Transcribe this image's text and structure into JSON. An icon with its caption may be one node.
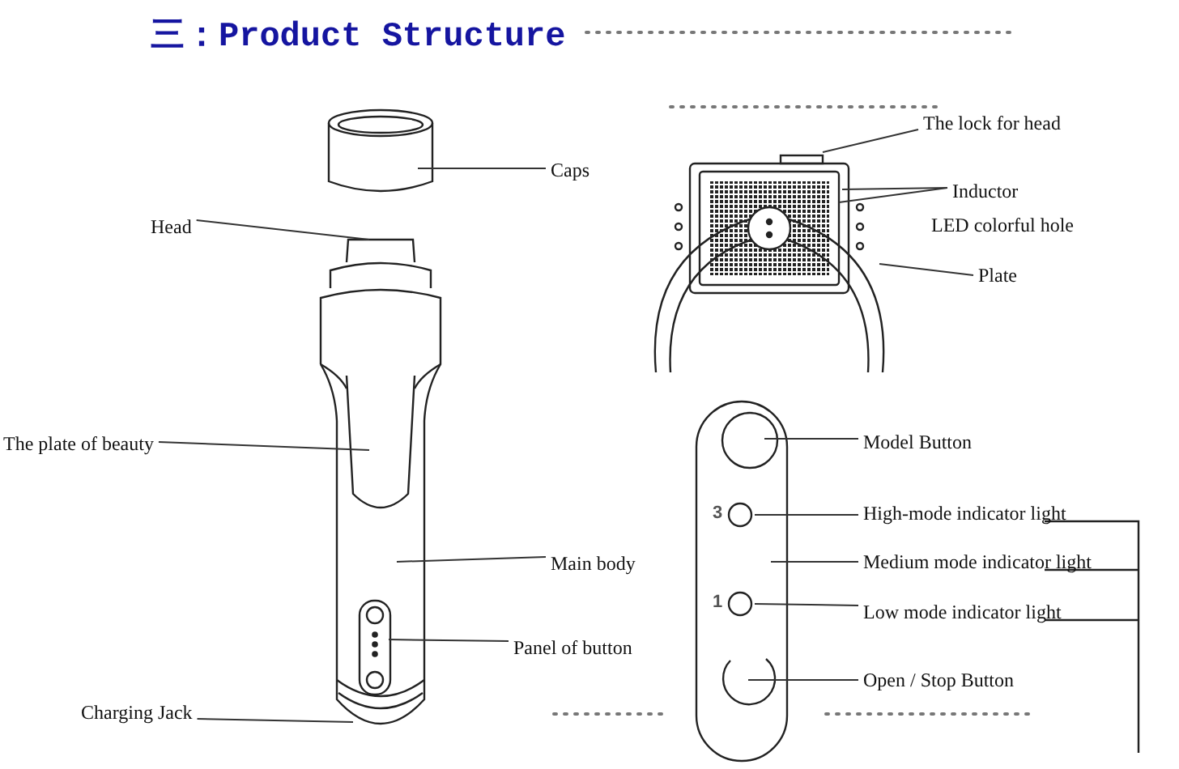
{
  "diagram": {
    "title": "三：Product Structure",
    "nodes": [
      {
        "text": [
          "Caps"
        ]
      },
      {
        "text": [
          "Head"
        ]
      },
      {
        "text": [
          "The plate of beauty"
        ]
      },
      {
        "text": [
          "Main body"
        ]
      },
      {
        "text": [
          "Panel of button"
        ]
      },
      {
        "text": [
          "Charging Jack"
        ]
      },
      {
        "text": [
          "The lock for head"
        ]
      },
      {
        "text": [
          "Inductor"
        ]
      },
      {
        "text": [
          "LED colorful hole"
        ]
      },
      {
        "text": [
          "Plate"
        ]
      },
      {
        "text": [
          "Model Button"
        ]
      },
      {
        "text": [
          "High-mode indicator light"
        ]
      },
      {
        "text": [
          "Medium mode indicator light"
        ]
      },
      {
        "text": [
          "Low mode indicator light"
        ]
      },
      {
        "text": [
          "Open / Stop Button"
        ]
      },
      {
        "text": [],
        "shape": "picture"
      },
      {
        "text": [],
        "shape": "picture"
      },
      {
        "text": [],
        "shape": "picture"
      },
      {
        "text": [],
        "shape": "picture"
      }
    ],
    "edges": [
      {
        "from": 0,
        "to": 15,
        "arrow": "none"
      },
      {
        "from": 1,
        "to": 16,
        "arrow": "none"
      },
      {
        "from": 2,
        "to": 16,
        "arrow": "none"
      },
      {
        "from": 3,
        "to": 16,
        "arrow": "none"
      },
      {
        "from": 4,
        "to": 16,
        "arrow": "none"
      },
      {
        "from": 5,
        "to": 16,
        "arrow": "none"
      },
      {
        "from": 6,
        "to": 17,
        "arrow": "none"
      },
      {
        "from": 7,
        "to": 17,
        "arrow": "none"
      },
      {
        "from": 7,
        "to": 17,
        "arrow": "none"
      },
      {
        "from": 9,
        "to": 17,
        "arrow": "none"
      },
      {
        "from": 10,
        "to": 18,
        "arrow": "none"
      },
      {
        "from": 11,
        "to": 18,
        "arrow": "none"
      },
      {
        "from": 12,
        "to": 18,
        "arrow": "none"
      },
      {
        "from": 13,
        "to": 18,
        "arrow": "none"
      },
      {
        "from": 14,
        "to": 18,
        "arrow": "none"
      }
    ],
    "labels": [
      "3",
      "1"
    ]
  }
}
